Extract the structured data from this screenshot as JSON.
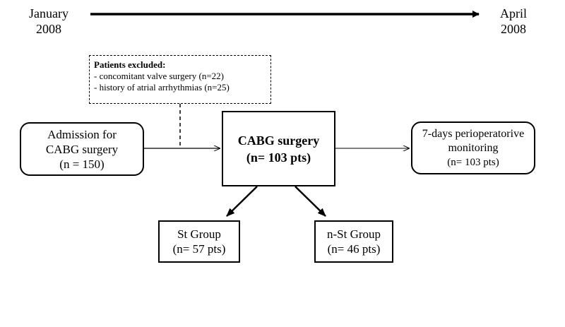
{
  "timeline": {
    "start_month": "January",
    "start_year": "2008",
    "end_month": "April",
    "end_year": "2008"
  },
  "exclusion": {
    "title": "Patients excluded:",
    "items": [
      "- concomitant valve surgery (n=22)",
      "- history of atrial arrhythmias (n=25)"
    ]
  },
  "admission": {
    "line1": "Admission for",
    "line2": "CABG surgery",
    "line3": "(n = 150)"
  },
  "cabg": {
    "line1": "CABG surgery",
    "line2": "(n= 103 pts)"
  },
  "monitoring": {
    "line1": "7-days perioperatorive",
    "line2": "monitoring",
    "line3": "(n= 103 pts)"
  },
  "st_group": {
    "line1": "St Group",
    "line2": "(n= 57 pts)"
  },
  "nst_group": {
    "line1": "n-St Group",
    "line2": "(n= 46 pts)"
  }
}
